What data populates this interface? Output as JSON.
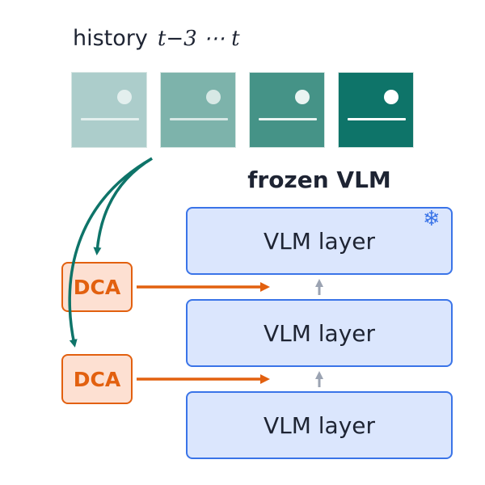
{
  "history": {
    "label": "history",
    "range": "t−3 ⋯ t",
    "frames": [
      {
        "fill": "#accdcb",
        "dot": "#e3efee",
        "line": "#e3efee"
      },
      {
        "fill": "#7db3ab",
        "dot": "#d7e8e5",
        "line": "#d7e8e5"
      },
      {
        "fill": "#459387",
        "dot": "#eaf4f2",
        "line": "#eaf4f2"
      },
      {
        "fill": "#0e7469",
        "dot": "#ffffff",
        "line": "#ffffff"
      }
    ]
  },
  "vlm": {
    "title": "frozen VLM",
    "layers": [
      {
        "label": "VLM layer"
      },
      {
        "label": "VLM layer"
      },
      {
        "label": "VLM layer"
      }
    ],
    "frozen_icon": "snowflake-icon",
    "frozen_glyph": "❄"
  },
  "dca_blocks": [
    {
      "label": "DCA"
    },
    {
      "label": "DCA"
    }
  ],
  "colors": {
    "teal_arrow": "#0e7469",
    "orange_arrow": "#e2600f",
    "gray_arrow": "#9ba3b2",
    "layer_border": "#3a74e8",
    "layer_fill": "#dbe6fd",
    "dca_border": "#e2600f",
    "dca_fill": "#fde0d2",
    "text": "#1e2433"
  }
}
